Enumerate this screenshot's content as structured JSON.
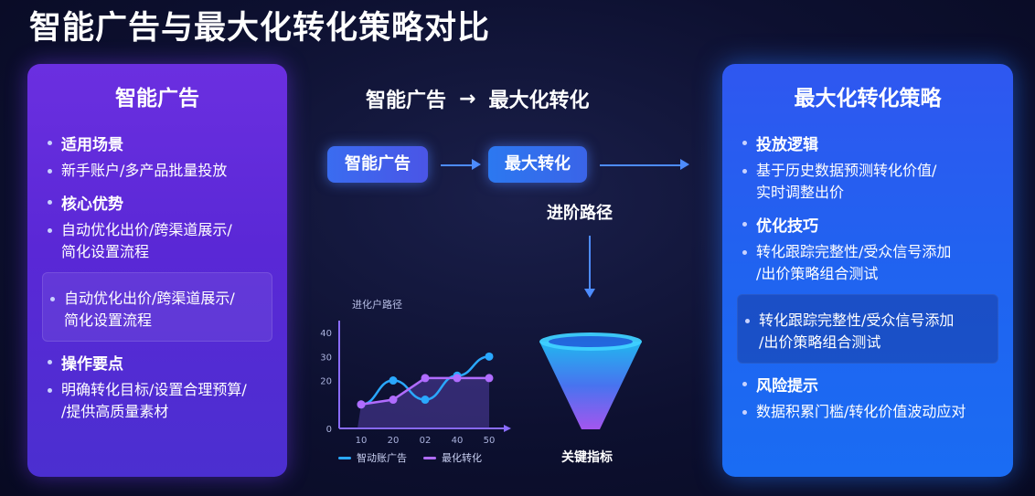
{
  "page_title": "智能广告与最大化转化策略对比",
  "left_panel": {
    "title": "智能广告",
    "sections": [
      {
        "heading": "适用场景",
        "bullets": [
          "新手账户/多产品批量投放"
        ]
      },
      {
        "heading": "核心优势",
        "bullets": [
          "自动优化出价/跨渠道展示/\n简化设置流程"
        ]
      },
      {
        "heading": "",
        "highlight": true,
        "bullets": [
          "自动优化出价/跨渠道展示/\n简化设置流程"
        ]
      },
      {
        "heading": "操作要点",
        "bullets": [
          "明确转化目标/设置合理预算/\n/提供高质量素材"
        ]
      }
    ]
  },
  "right_panel": {
    "title": "最大化转化策略",
    "sections": [
      {
        "heading": "投放逻辑",
        "bullets": [
          "基于历史数据预测转化价值/\n实时调整出价"
        ]
      },
      {
        "heading": "优化技巧",
        "bullets": [
          "转化跟踪完整性/受众信号添加\n/出价策略组合测试"
        ]
      },
      {
        "heading": "",
        "highlight": true,
        "bullets": [
          "转化跟踪完整性/受众信号添加\n/出价策略组合测试"
        ]
      },
      {
        "heading": "风险提示",
        "bullets": [
          "数据积累门槛/转化价值波动应对"
        ]
      }
    ]
  },
  "center": {
    "flow_title_left": "智能广告",
    "flow_title_arrow": "→",
    "flow_title_right": "最大化转化",
    "pill_left": "智能广告",
    "pill_right": "最大转化",
    "path_label": "进阶路径",
    "funnel_label": "关键指标"
  },
  "colors": {
    "series_a": "#2aa8ff",
    "series_b": "#b06cff",
    "arrow": "#4d8cff"
  },
  "chart_data": {
    "type": "line",
    "title": "进化户路径",
    "x": [
      "10",
      "20",
      "02",
      "40",
      "50"
    ],
    "yticks": [
      0,
      20,
      30,
      40
    ],
    "ylim": [
      0,
      45
    ],
    "series": [
      {
        "name": "智动账广告",
        "values": [
          10,
          20,
          12,
          22,
          30
        ]
      },
      {
        "name": "最化转化",
        "values": [
          10,
          12,
          21,
          21,
          21
        ]
      }
    ],
    "legend": "bottom"
  }
}
